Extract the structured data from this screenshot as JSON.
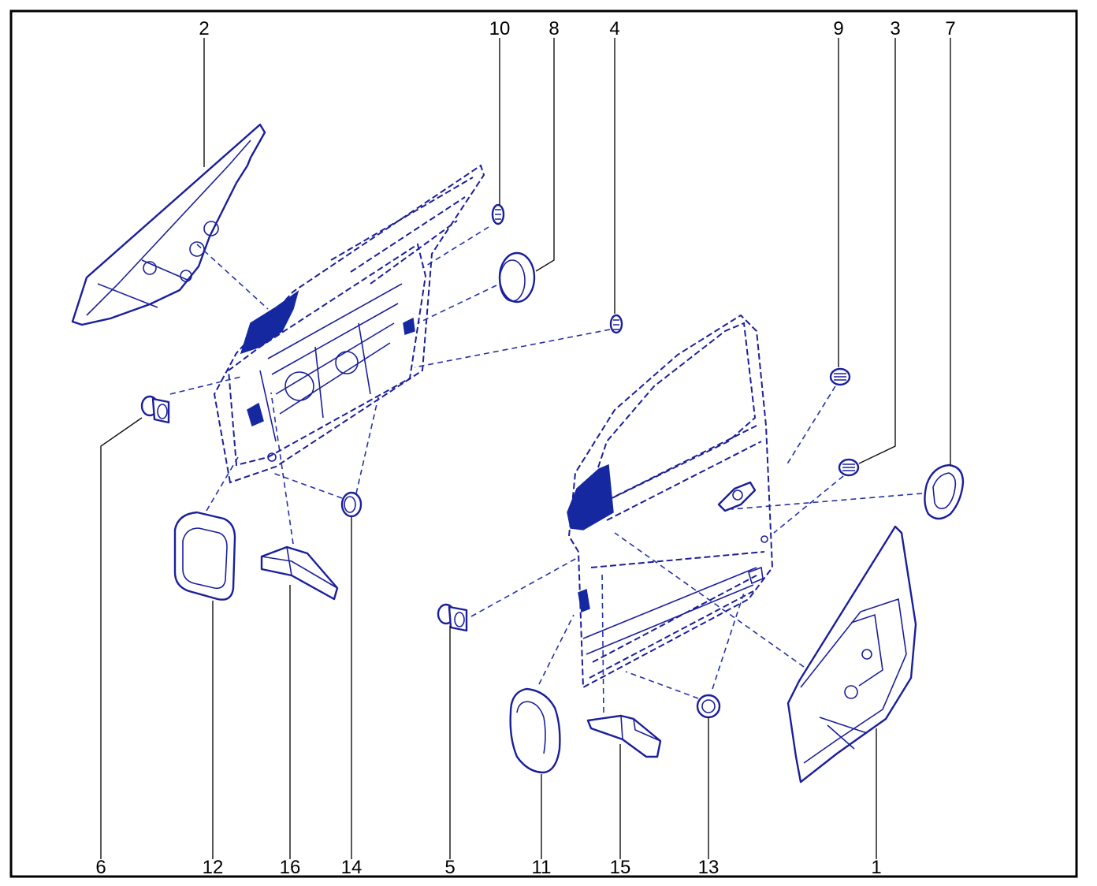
{
  "callouts": {
    "top": [
      "2",
      "10",
      "8",
      "4",
      "9",
      "3",
      "7"
    ],
    "bottom": [
      "6",
      "12",
      "16",
      "14",
      "5",
      "11",
      "15",
      "13",
      "1"
    ]
  },
  "colors": {
    "line_art": "#1a1f9a",
    "fill": "#1628a0",
    "frame": "#000000"
  }
}
